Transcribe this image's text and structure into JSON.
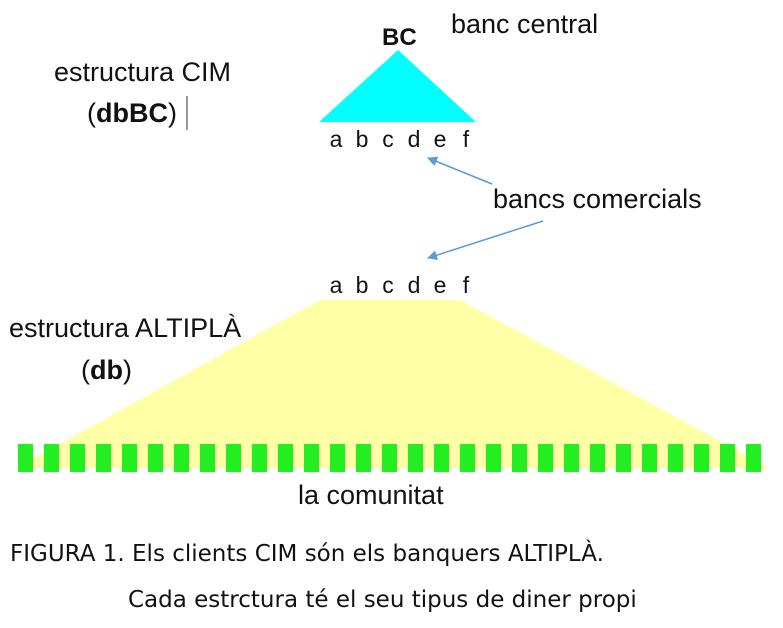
{
  "title_labels": {
    "bc": "BC",
    "banc_central": "banc central",
    "estructura_cim": "estructura CIM",
    "dbbc_open": "(",
    "dbbc_bold": "dbBC",
    "dbbc_close": ")",
    "bancs_comercials": "bancs comercials",
    "estructura_altipla": "estructura ALTIPLÀ",
    "db_open": "(",
    "db_bold": "db",
    "db_close": ")",
    "la_comunitat": "la comunitat"
  },
  "bank_letters": [
    "a",
    "b",
    "c",
    "d",
    "e",
    "f"
  ],
  "caption": {
    "line1": "FIGURA 1. Els clients CIM són els banquers ALTIPLÀ.",
    "line2": "Cada estrctura té el seu tipus de diner propi"
  },
  "colors": {
    "cim_triangle": "#00FFFF",
    "altipla_trapezoid": "#FFFFA6",
    "community_dash": "#22EE22",
    "arrow": "#5B9BD5"
  }
}
